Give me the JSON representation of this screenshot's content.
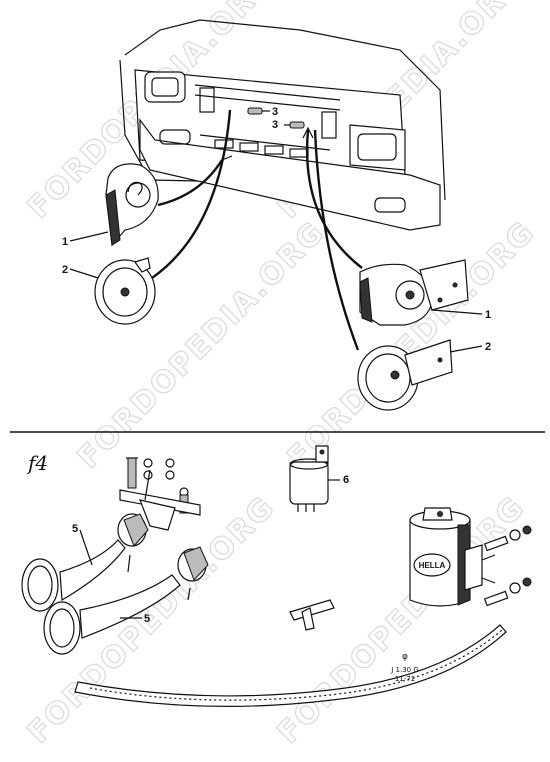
{
  "watermark": "FORDOPEDIA.ORG",
  "section_mark": "f4",
  "callouts": {
    "c1_left": "1",
    "c2_left": "2",
    "c3_top": "3",
    "c3_bottom": "3",
    "c1_right": "1",
    "c2_right": "2",
    "c5_upper": "5",
    "c5_lower": "5",
    "c6": "6"
  },
  "relay_brand": "HELLA",
  "reference": {
    "symbol": "φ",
    "code": "J 1.30 G",
    "date": "11-72"
  }
}
